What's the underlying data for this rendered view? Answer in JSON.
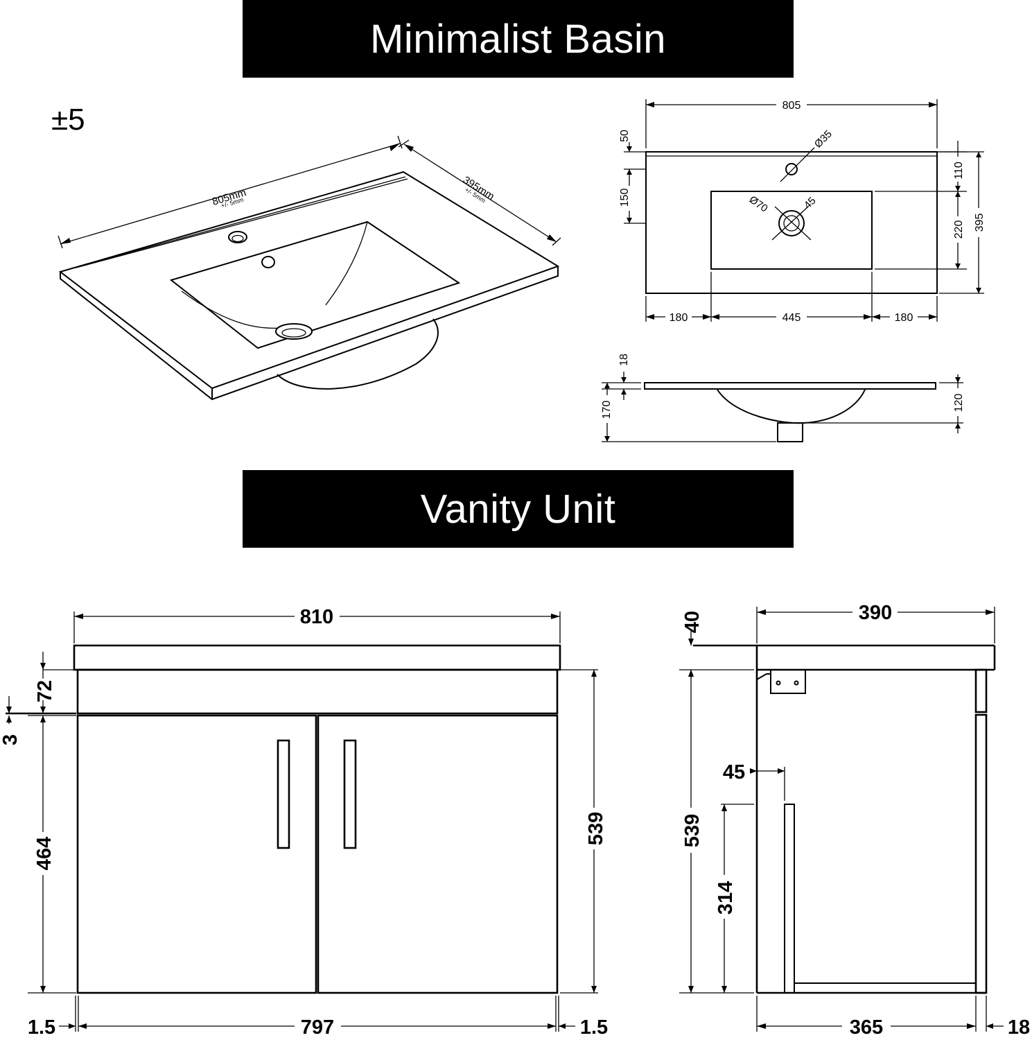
{
  "sections": {
    "basin_title": "Minimalist Basin",
    "vanity_title": "Vanity Unit"
  },
  "tolerance": "±5",
  "basin_iso": {
    "width": "805mm",
    "width_tol": "+/- 5mm",
    "depth": "395mm",
    "depth_tol": "+/- 5mm"
  },
  "basin_top": {
    "width": "805",
    "tap_hole": "Ø35",
    "waste": "Ø70",
    "angle": "45",
    "edge": "50",
    "to_bowl": "150",
    "tap_to_bowl": "110",
    "bowl_depth": "220",
    "depth": "395",
    "left": "180",
    "bowl_width": "445",
    "right": "180"
  },
  "basin_side": {
    "thickness": "18",
    "height": "170",
    "bowl_height": "120"
  },
  "vanity_front": {
    "width": "810",
    "drawer": "72",
    "gap": "3",
    "door": "464",
    "height": "539",
    "side_left": "1.5",
    "inner": "797",
    "side_right": "1.5"
  },
  "vanity_side": {
    "depth": "390",
    "top": "40",
    "height": "539",
    "cut": "45",
    "lower": "314",
    "inner": "365",
    "back": "18"
  }
}
